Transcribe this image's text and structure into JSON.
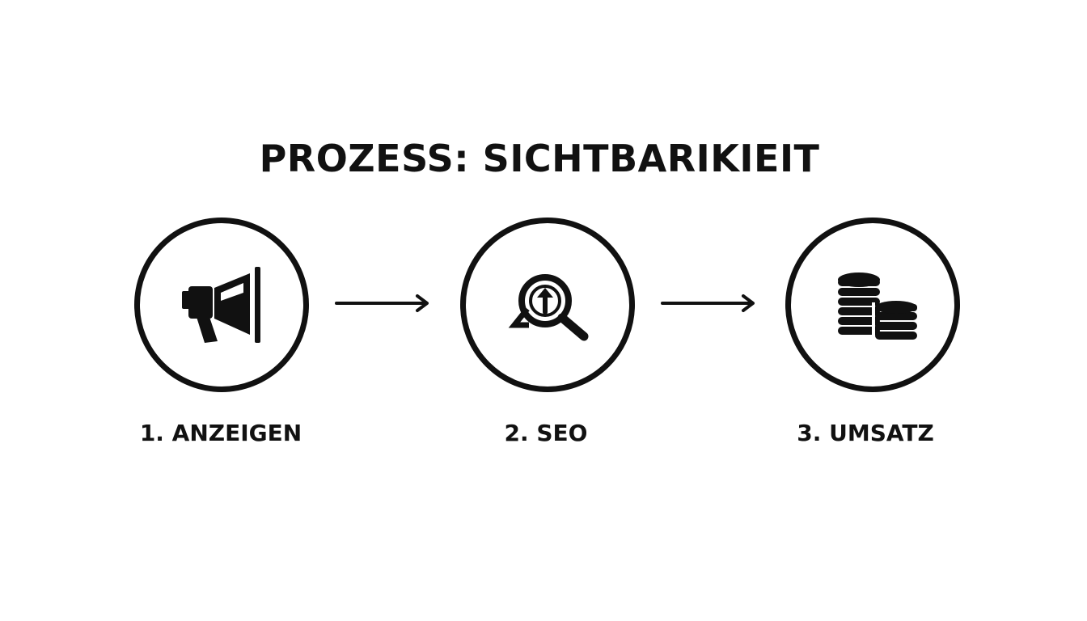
{
  "title": "PROZESS: SICHTBARIKIEIT",
  "steps": [
    {
      "label": "1. ANZEIGEN",
      "icon": "megaphone-icon"
    },
    {
      "label": "2. SEO",
      "icon": "magnifier-arrow-up-icon"
    },
    {
      "label": "3. UMSATZ",
      "icon": "coin-stacks-icon"
    }
  ],
  "colors": {
    "stroke": "#111111",
    "background": "#ffffff"
  }
}
